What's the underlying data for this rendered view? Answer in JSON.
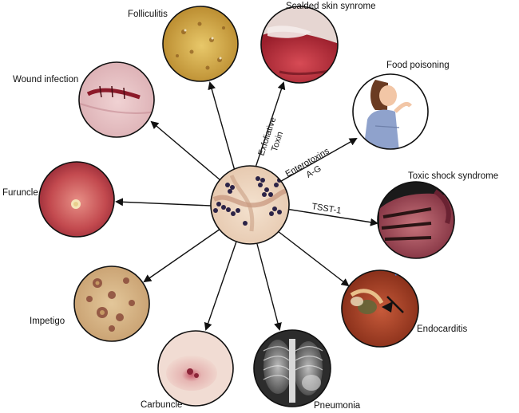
{
  "center": {
    "name": "staphylococcus-aureus-micrograph"
  },
  "diseases": {
    "folliculitis": "Folliculitis",
    "scalded_skin": "Scalded skin synrome",
    "food_poisoning": "Food poisoning",
    "toxic_shock": "Toxic shock syndrome",
    "endocarditis": "Endocarditis",
    "pneumonia": "Pneumonia",
    "carbuncle": "Carbuncle",
    "impetigo": "Impetigo",
    "furuncle": "Furuncle",
    "wound_infection": "Wound infection"
  },
  "edge_labels": {
    "exfoliative_1": "Exfoliative",
    "exfoliative_2": "Toxin",
    "enterotoxins_1": "Enterotoxins",
    "enterotoxins_2": "A-G",
    "tsst": "TSST-1"
  },
  "colors": {
    "arrow": "#111111",
    "skin_light": "#e9c2b4",
    "skin_red": "#b3323c",
    "cocci": "#2b2347"
  }
}
